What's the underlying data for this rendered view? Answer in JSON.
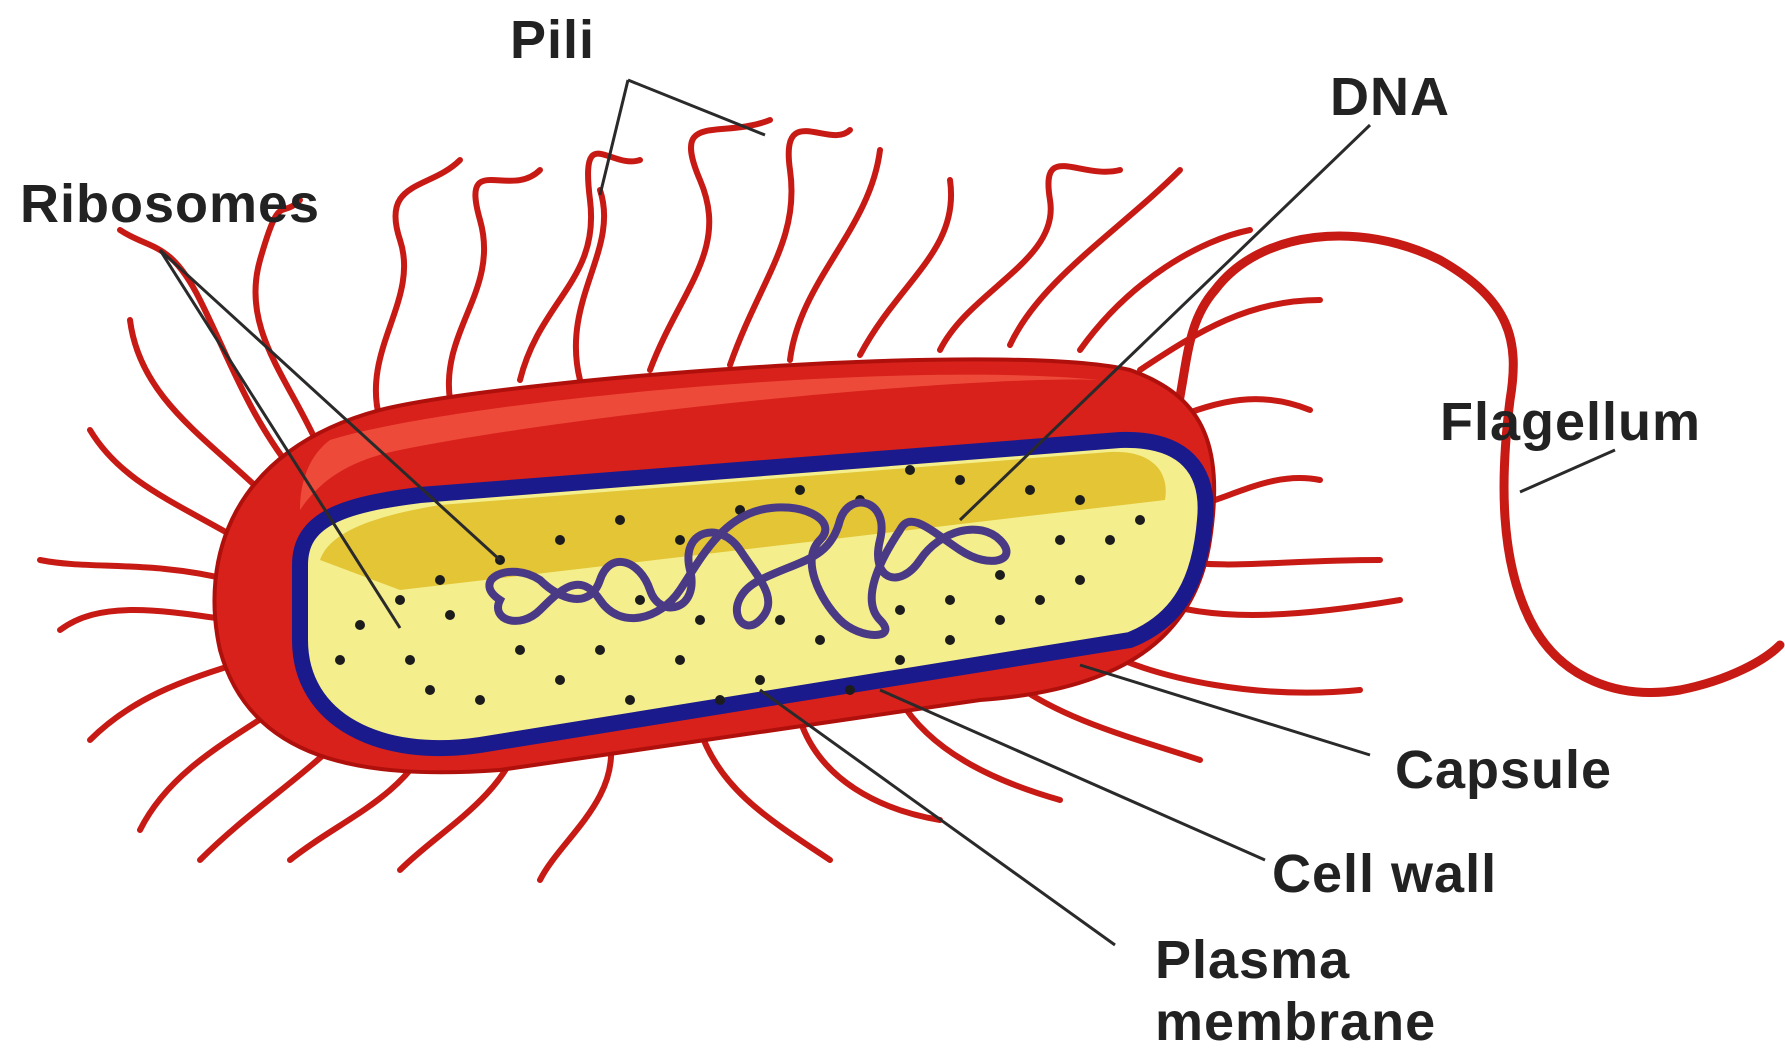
{
  "labels": {
    "pili": "Pili",
    "dna": "DNA",
    "ribosomes": "Ribosomes",
    "flagellum": "Flagellum",
    "capsule": "Capsule",
    "cell_wall": "Cell wall",
    "plasma_membrane_line1": "Plasma",
    "plasma_membrane_line2": "membrane"
  },
  "colors": {
    "capsule": "#d8211b",
    "capsule_shade": "#b0100c",
    "capsule_highlight": "#ee4a3a",
    "pili": "#c81a14",
    "cell_wall": "#1b1a8c",
    "cytoplasm": "#f4ef8c",
    "cytoplasm_shade": "#e3c536",
    "ribosome": "#1c1c1c",
    "dna": "#4a3a86",
    "leader_line": "#2a2a2a",
    "label_text": "#222222"
  }
}
